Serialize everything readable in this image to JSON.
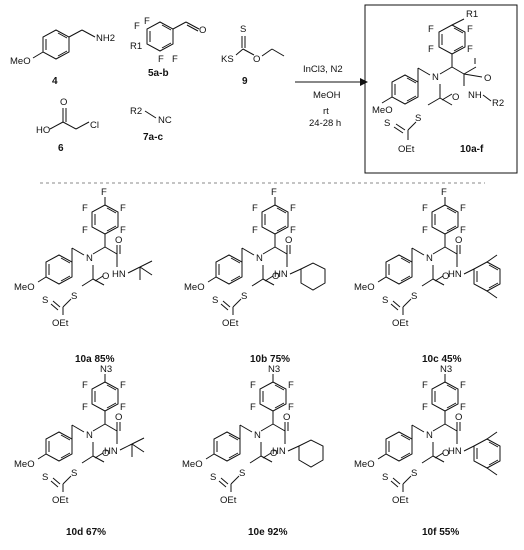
{
  "reagents": {
    "r4": {
      "label": "4",
      "fragments": [
        "MeO",
        "NH2"
      ]
    },
    "r5": {
      "label": "5a-b",
      "fragments": [
        "F",
        "F",
        "F",
        "F",
        "R1",
        "O"
      ]
    },
    "r6": {
      "label": "6",
      "fragments": [
        "HO",
        "O",
        "Cl"
      ]
    },
    "r7": {
      "label": "7a-c",
      "fragments": [
        "R2",
        "NC"
      ]
    },
    "r9": {
      "label": "9",
      "fragments": [
        "S",
        "KS",
        "O"
      ]
    }
  },
  "conditions": [
    "InCl3, N2",
    "MeOH",
    "rt",
    "24-28 h"
  ],
  "product_box": {
    "label": "10a-f",
    "fragments": [
      "R1",
      "F",
      "F",
      "F",
      "F",
      "N",
      "O",
      "MeO",
      "O",
      "NH",
      "R2",
      "S",
      "S",
      "OEt"
    ]
  },
  "products": [
    {
      "label": "10a 85%",
      "top": "F",
      "amine": "HN"
    },
    {
      "label": "10b  75%",
      "top": "F",
      "amine": "HN"
    },
    {
      "label": "10c  45%",
      "top": "F",
      "amine": "HN"
    },
    {
      "label": "10d 67%",
      "top": "N3",
      "amine": "HN"
    },
    {
      "label": "10e 92%",
      "top": "N3",
      "amine": "HN"
    },
    {
      "label": "10f 55%",
      "top": "N3",
      "amine": "HN"
    }
  ],
  "common": {
    "F": "F",
    "N": "N",
    "O": "O",
    "S": "S",
    "MeO": "MeO",
    "OEt": "OEt"
  }
}
